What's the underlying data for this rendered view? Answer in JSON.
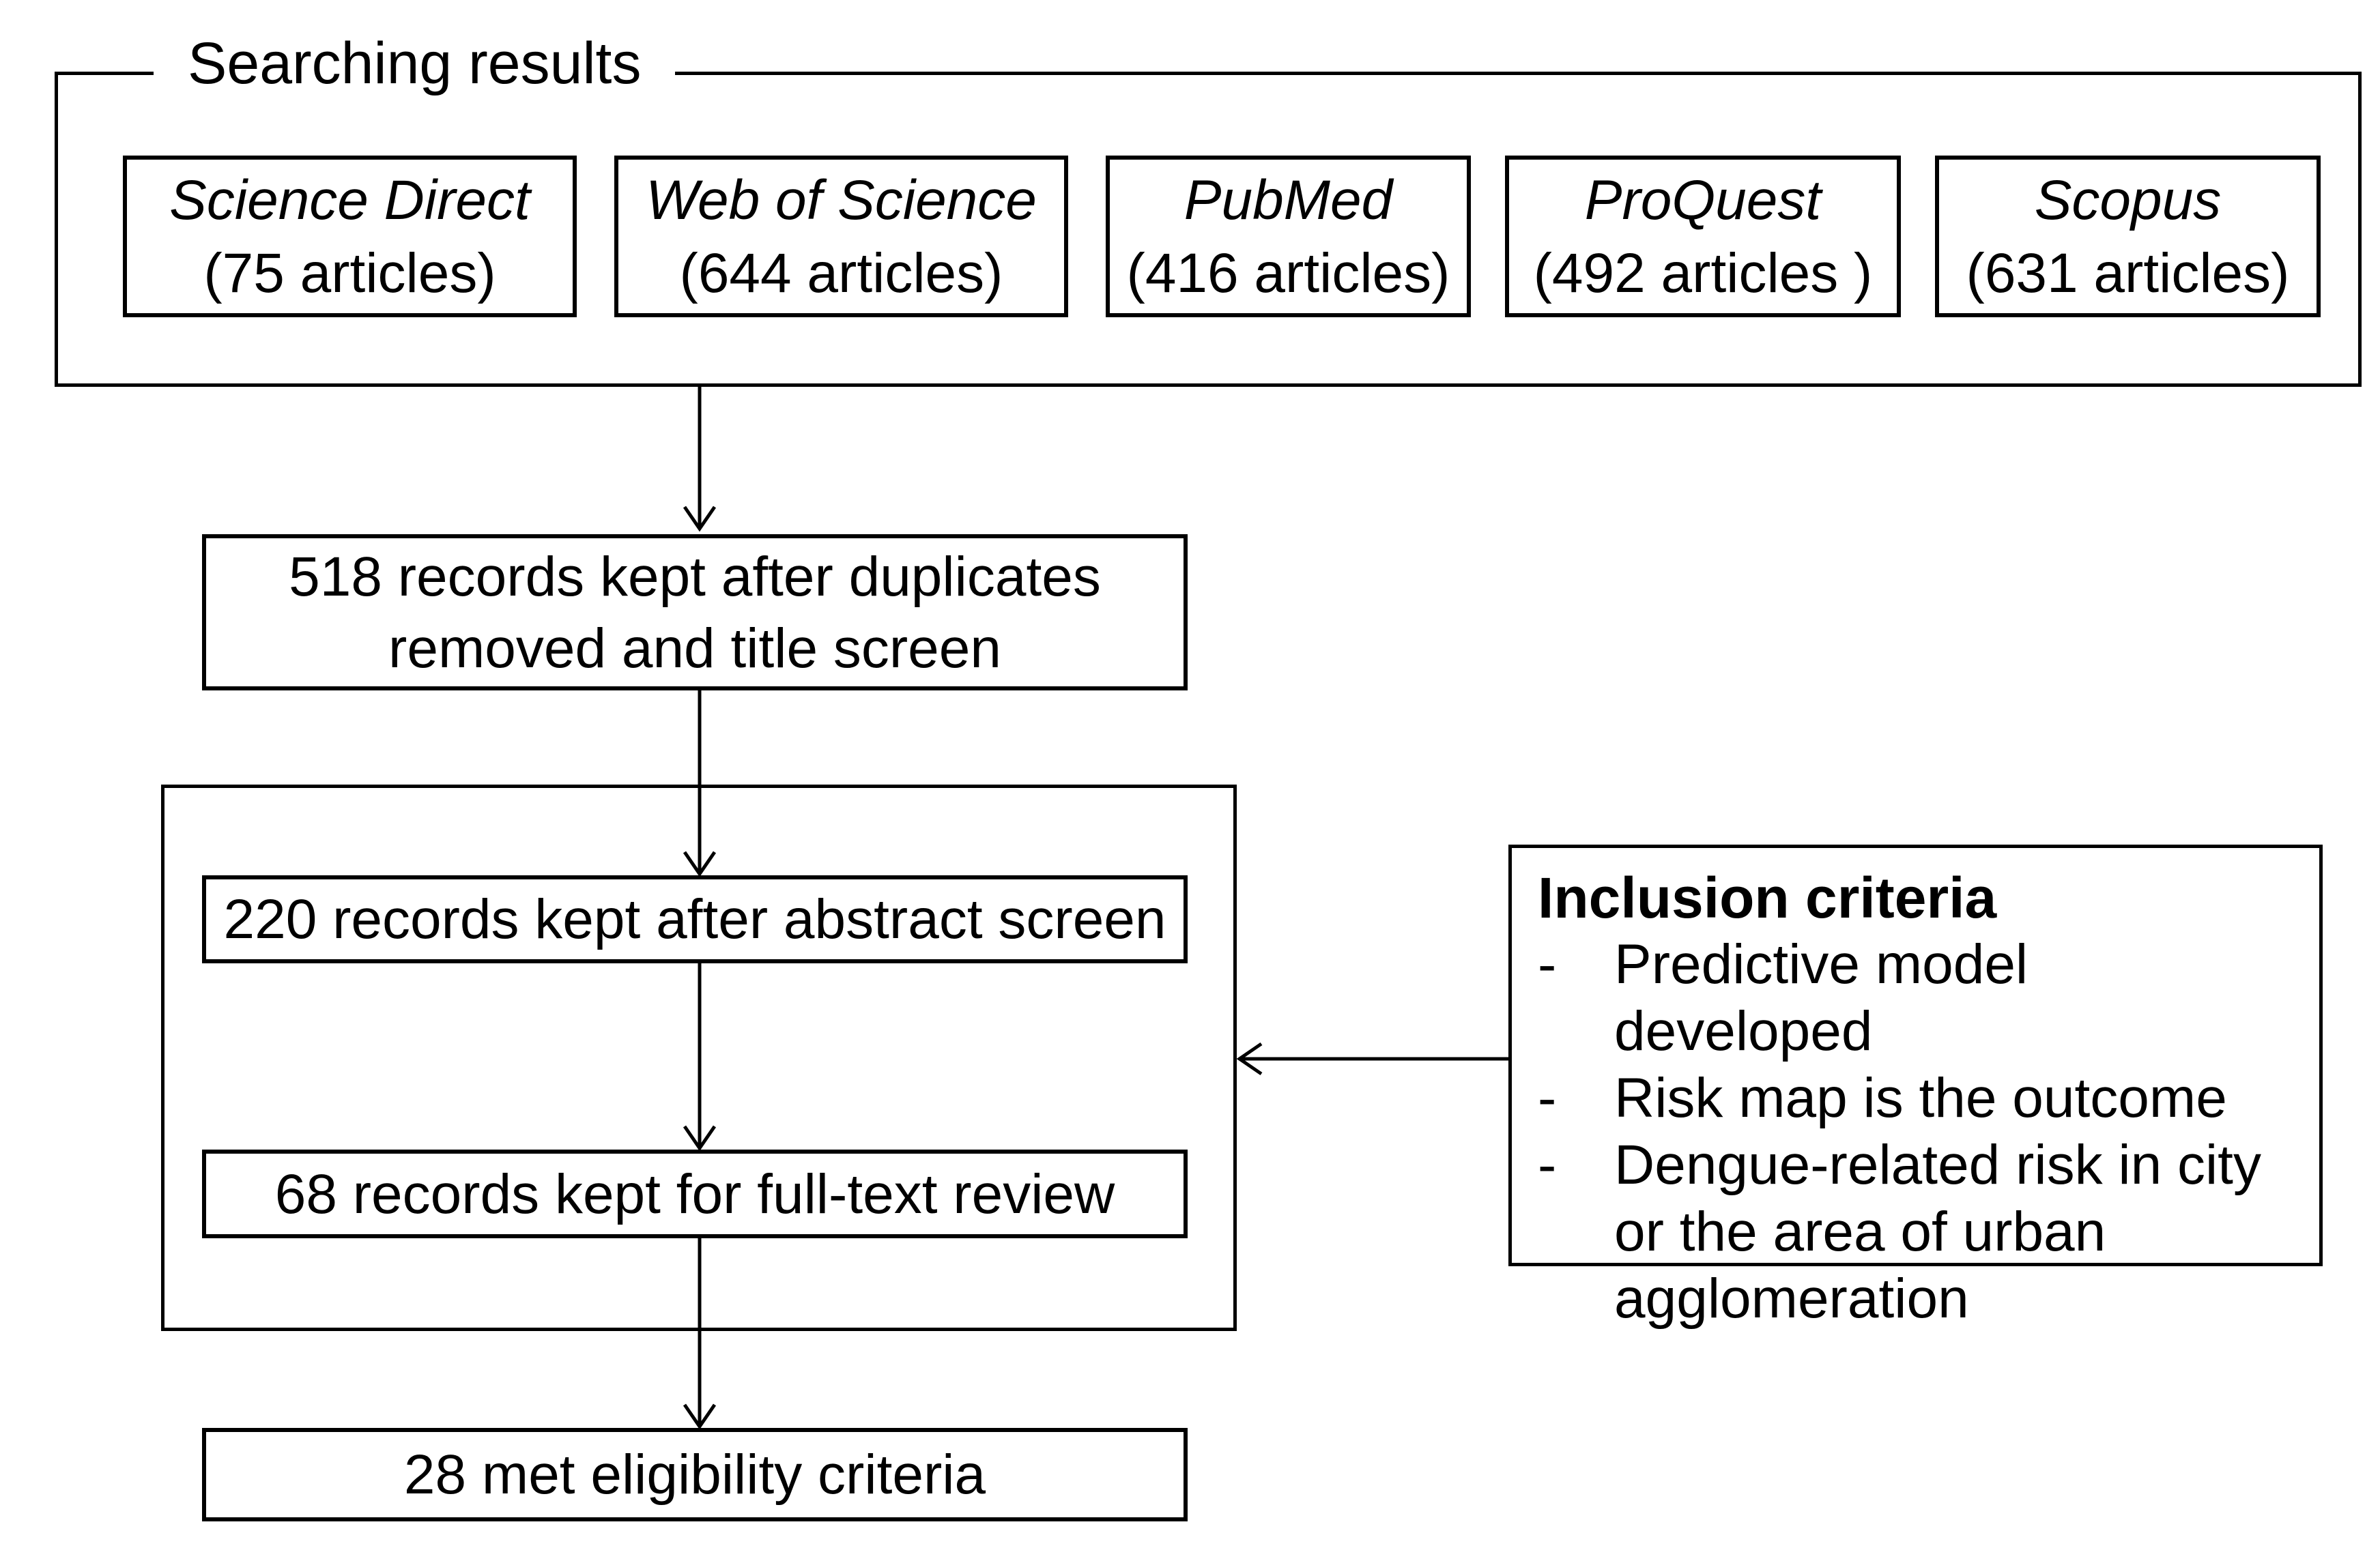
{
  "search_group": {
    "label": "Searching results",
    "sources": [
      {
        "name": "Science Direct",
        "count": "(75 articles)"
      },
      {
        "name": "Web of Science",
        "count": "(644 articles)"
      },
      {
        "name": "PubMed",
        "count": "(416 articles)"
      },
      {
        "name": "ProQuest",
        "count": "(492 articles )"
      },
      {
        "name": "Scopus",
        "count": "(631 articles)"
      }
    ]
  },
  "steps": {
    "duplicates": "518 records kept after duplicates removed and title screen",
    "abstract": "220 records kept after abstract screen",
    "fulltext": "68 records kept for full-text review",
    "eligible": "28 met eligibility criteria"
  },
  "inclusion": {
    "title": "Inclusion criteria",
    "bullet": "-",
    "items": [
      "Predictive model developed",
      "Risk map is the outcome",
      "Dengue-related risk in city or the area of urban agglomeration"
    ]
  },
  "colors": {
    "line": "#000000",
    "background": "#ffffff",
    "text": "#000000"
  }
}
